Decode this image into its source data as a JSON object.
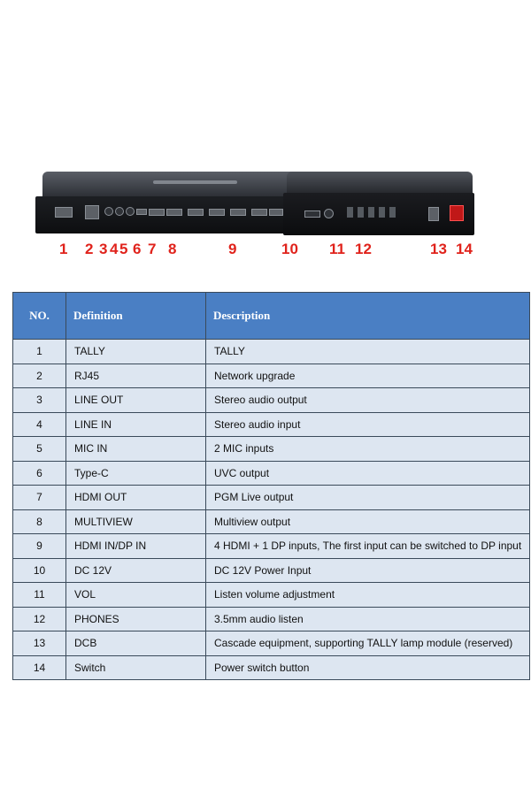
{
  "photo": {
    "callouts": [
      "1",
      "2",
      "3",
      "4",
      "5",
      "6",
      "7",
      "8",
      "9",
      "10",
      "11",
      "12",
      "13",
      "14"
    ]
  },
  "table": {
    "headers": {
      "no": "NO.",
      "definition": "Definition",
      "description": "Description"
    },
    "rows": [
      {
        "no": "1",
        "definition": "TALLY",
        "description": "TALLY"
      },
      {
        "no": "2",
        "definition": "RJ45",
        "description": "Network upgrade"
      },
      {
        "no": "3",
        "definition": "LINE OUT",
        "description": "Stereo audio output"
      },
      {
        "no": "4",
        "definition": "LINE IN",
        "description": "Stereo audio input"
      },
      {
        "no": "5",
        "definition": "MIC IN",
        "description": "2 MIC inputs"
      },
      {
        "no": "6",
        "definition": "Type-C",
        "description": "UVC output"
      },
      {
        "no": "7",
        "definition": "HDMI OUT",
        "description": "PGM Live output"
      },
      {
        "no": "8",
        "definition": "MULTIVIEW",
        "description": "Multiview output"
      },
      {
        "no": "9",
        "definition": "HDMI IN/DP IN",
        "description": "4 HDMI + 1 DP inputs, The first input can be switched to DP input"
      },
      {
        "no": "10",
        "definition": "DC 12V",
        "description": "DC 12V Power Input"
      },
      {
        "no": "11",
        "definition": "VOL",
        "description": "Listen volume adjustment"
      },
      {
        "no": "12",
        "definition": "PHONES",
        "description": "3.5mm audio listen"
      },
      {
        "no": "13",
        "definition": "DCB",
        "description": "Cascade equipment, supporting TALLY lamp module (reserved)"
      },
      {
        "no": "14",
        "definition": "Switch",
        "description": "Power switch button"
      }
    ]
  }
}
